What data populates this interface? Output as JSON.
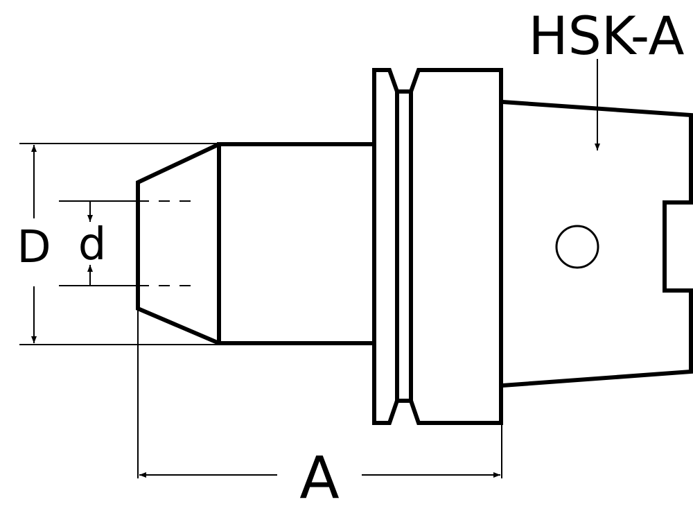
{
  "labels": {
    "title": "HSK-A",
    "dim_outer_diameter": "D",
    "dim_inner_diameter": "d",
    "dim_length": "A"
  },
  "colors": {
    "stroke": "#000000",
    "background": "#ffffff"
  }
}
